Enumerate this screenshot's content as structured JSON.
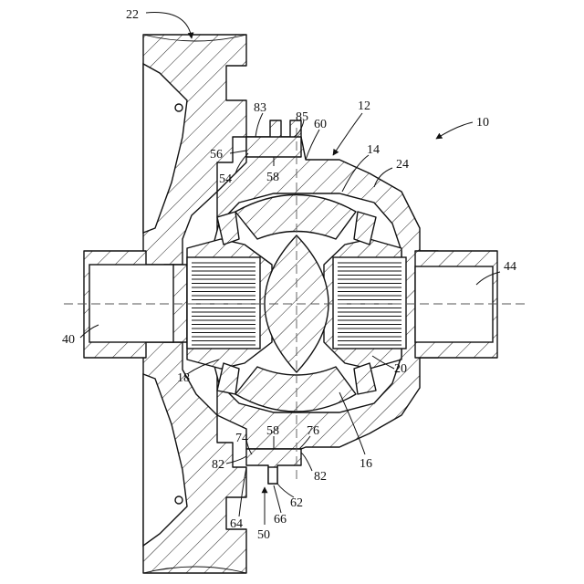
{
  "figure": {
    "labels": {
      "housing_flange": "22",
      "assembly": "10",
      "carrier": "12",
      "pinion_upper": "14",
      "pinion_lower": "16",
      "side_gear_left": "18",
      "side_gear_right": "20",
      "cover": "24",
      "left_axle": "40",
      "right_axle": "44",
      "ring_assembly": "50",
      "ring_left": "54",
      "ring_face": "56",
      "ring_top": "58",
      "ring_bottom": "58",
      "tab_right": "60",
      "pin_a": "62",
      "lower_left": "64",
      "pin_b": "66",
      "lower_lip": "74",
      "lower_tab": "76",
      "lower_ring_left": "82",
      "lower_ring_right": "82",
      "top_tab_a": "83",
      "top_tab_b": "85"
    }
  }
}
